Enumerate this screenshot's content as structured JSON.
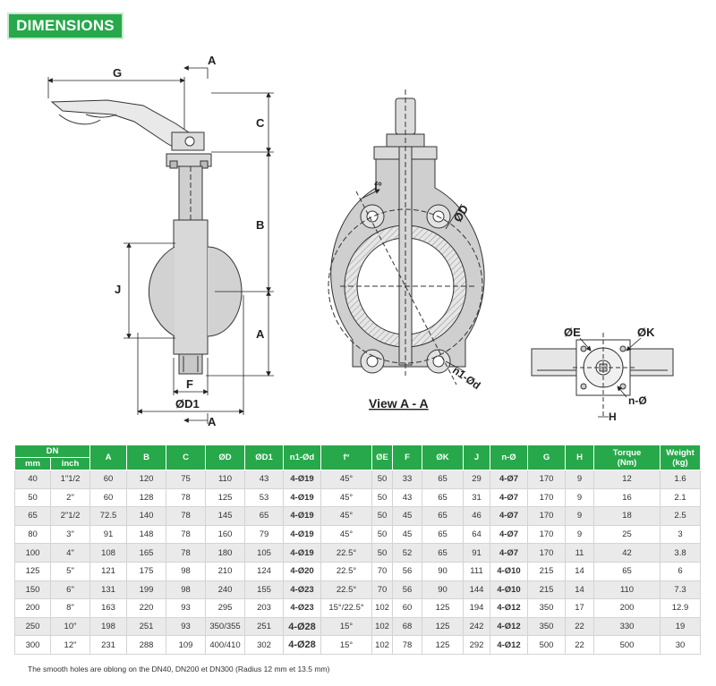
{
  "title": "DIMENSIONS",
  "drawing": {
    "labels": {
      "G": "G",
      "A": "A",
      "C": "C",
      "B": "B",
      "J": "J",
      "F": "F",
      "D1": "ØD1",
      "D": "ØD",
      "f": "f°",
      "n1d": "n1-Ød",
      "E": "ØE",
      "K": "ØK",
      "nphi": "n-Ø",
      "H": "H",
      "view": "View A - A"
    }
  },
  "table": {
    "group_header": "DN",
    "sub_headers": [
      "mm",
      "inch"
    ],
    "headers": [
      "A",
      "B",
      "C",
      "ØD",
      "ØD1",
      "n1-Ød",
      "f°",
      "ØE",
      "F",
      "ØK",
      "J",
      "n-Ø",
      "G",
      "H"
    ],
    "torque_header": [
      "Torque",
      "(Nm)"
    ],
    "weight_header": [
      "Weight",
      "(kg)"
    ],
    "rows": [
      [
        "40",
        "1\"1/2",
        "60",
        "120",
        "75",
        "110",
        "43",
        "4-Ø19",
        "45°",
        "50",
        "33",
        "65",
        "29",
        "4-Ø7",
        "170",
        "9",
        "12",
        "1.6"
      ],
      [
        "50",
        "2\"",
        "60",
        "128",
        "78",
        "125",
        "53",
        "4-Ø19",
        "45°",
        "50",
        "43",
        "65",
        "31",
        "4-Ø7",
        "170",
        "9",
        "16",
        "2.1"
      ],
      [
        "65",
        "2\"1/2",
        "72.5",
        "140",
        "78",
        "145",
        "65",
        "4-Ø19",
        "45°",
        "50",
        "45",
        "65",
        "46",
        "4-Ø7",
        "170",
        "9",
        "18",
        "2.5"
      ],
      [
        "80",
        "3\"",
        "91",
        "148",
        "78",
        "160",
        "79",
        "4-Ø19",
        "45°",
        "50",
        "45",
        "65",
        "64",
        "4-Ø7",
        "170",
        "9",
        "25",
        "3"
      ],
      [
        "100",
        "4\"",
        "108",
        "165",
        "78",
        "180",
        "105",
        "4-Ø19",
        "22.5°",
        "50",
        "52",
        "65",
        "91",
        "4-Ø7",
        "170",
        "11",
        "42",
        "3.8"
      ],
      [
        "125",
        "5\"",
        "121",
        "175",
        "98",
        "210",
        "124",
        "4-Ø20",
        "22.5°",
        "70",
        "56",
        "90",
        "111",
        "4-Ø10",
        "215",
        "14",
        "65",
        "6"
      ],
      [
        "150",
        "6\"",
        "131",
        "199",
        "98",
        "240",
        "155",
        "4-Ø23",
        "22.5°",
        "70",
        "56",
        "90",
        "144",
        "4-Ø10",
        "215",
        "14",
        "110",
        "7.3"
      ],
      [
        "200",
        "8\"",
        "163",
        "220",
        "93",
        "295",
        "203",
        "4-Ø23",
        "15°/22.5°",
        "102",
        "60",
        "125",
        "194",
        "4-Ø12",
        "350",
        "17",
        "200",
        "12.9"
      ],
      [
        "250",
        "10\"",
        "198",
        "251",
        "93",
        "350/355",
        "251",
        "4-Ø28",
        "15°",
        "102",
        "68",
        "125",
        "242",
        "4-Ø12",
        "350",
        "22",
        "330",
        "19"
      ],
      [
        "300",
        "12\"",
        "231",
        "288",
        "109",
        "400/410",
        "302",
        "4-Ø28",
        "15°",
        "102",
        "78",
        "125",
        "292",
        "4-Ø12",
        "500",
        "22",
        "500",
        "30"
      ]
    ]
  },
  "note": "The smooth holes are oblong on the  DN40, DN200 et DN300 (Radius 12 mm et 13.5 mm)"
}
